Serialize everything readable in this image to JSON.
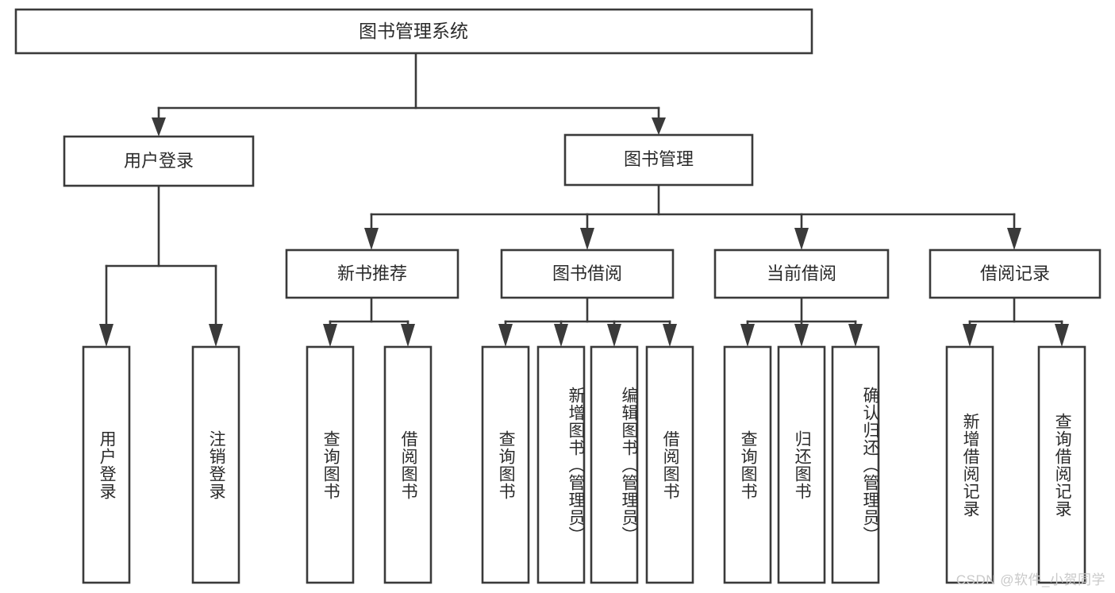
{
  "diagram": {
    "type": "tree",
    "title": "图书管理系统",
    "watermark": "CSDN @软件_小贺同学",
    "colors": {
      "stroke": "#3a3a3a",
      "fill": "#ffffff",
      "text": "#2b2b2b",
      "watermark": "#c9c9c9"
    },
    "root": {
      "label": "图书管理系统"
    },
    "level1": [
      {
        "label": "用户登录"
      },
      {
        "label": "图书管理"
      }
    ],
    "level2": [
      {
        "label": "新书推荐"
      },
      {
        "label": "图书借阅"
      },
      {
        "label": "当前借阅"
      },
      {
        "label": "借阅记录"
      }
    ],
    "leaves": {
      "user_login": [
        {
          "label": "用户登录"
        },
        {
          "label": "注销登录"
        }
      ],
      "new_book": [
        {
          "label": "查询图书"
        },
        {
          "label": "借阅图书"
        }
      ],
      "borrow_book": [
        {
          "label": "查询图书"
        },
        {
          "label": "新增图书（管理员）"
        },
        {
          "label": "编辑图书（管理员）"
        },
        {
          "label": "借阅图书"
        }
      ],
      "current_borrow": [
        {
          "label": "查询图书"
        },
        {
          "label": "归还图书"
        },
        {
          "label": "确认归还（管理员）"
        }
      ],
      "borrow_record": [
        {
          "label": "新增借阅记录"
        },
        {
          "label": "查询借阅记录"
        }
      ]
    }
  }
}
